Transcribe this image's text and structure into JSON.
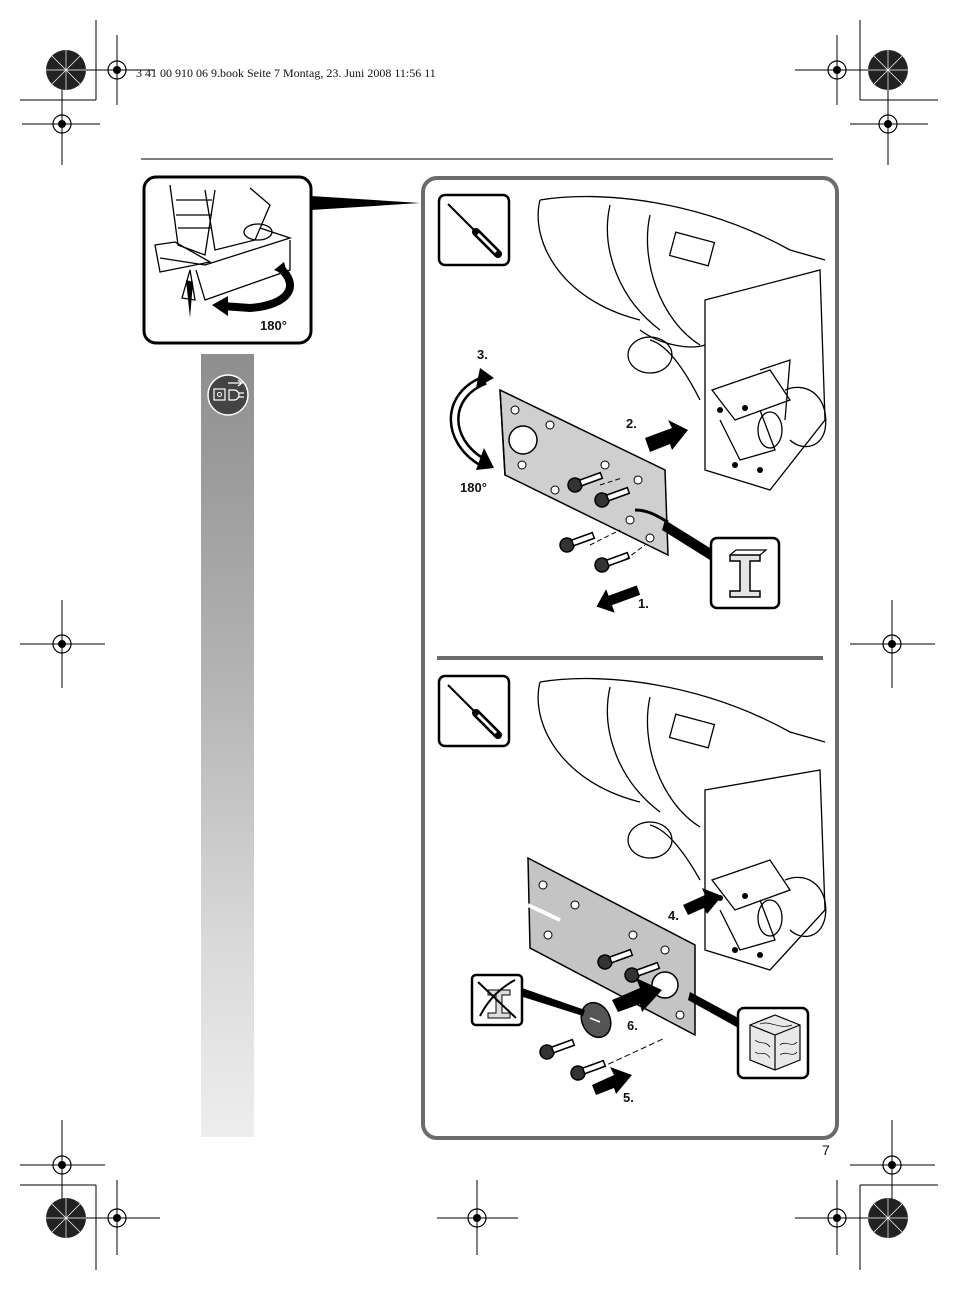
{
  "header": {
    "file_info": "3 41 00 910 06 9.book  Seite 7  Montag, 23. Juni 2008  11:56 11"
  },
  "footer": {
    "page_number": "7"
  },
  "overview_figure": {
    "angle_label": "180°"
  },
  "removal_figure": {
    "steps": [
      "1.",
      "2.",
      "3."
    ],
    "angle_label": "180°"
  },
  "install_figure": {
    "steps": [
      "4.",
      "5.",
      "6."
    ]
  },
  "icons": [
    "plug-disconnect-icon",
    "screwdriver-icon",
    "metal-profile-icon",
    "no-metal-icon",
    "wood-icon",
    "registration-mark-icon"
  ]
}
